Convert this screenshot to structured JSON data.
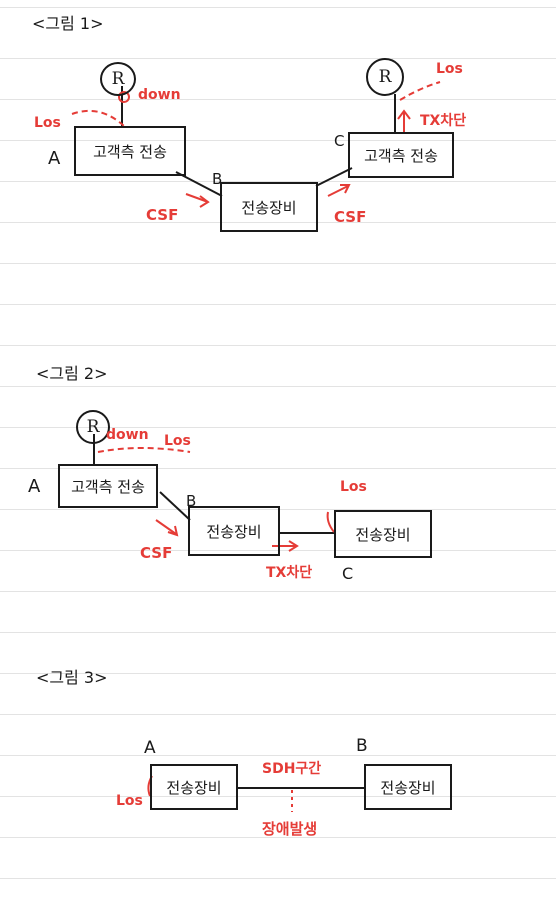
{
  "fig1": {
    "title": "<그림 1>",
    "router_left": "R",
    "router_right": "R",
    "label_down": "down",
    "label_los_left": "Los",
    "label_los_right": "Los",
    "label_tx_block": "TX차단",
    "node_a": "A",
    "node_b": "B",
    "node_c": "C",
    "box_a": "고객측 전송",
    "box_b": "전송장비",
    "box_c": "고객측 전송",
    "label_csf_left": "CSF",
    "label_csf_right": "CSF"
  },
  "fig2": {
    "title": "<그림 2>",
    "router": "R",
    "label_down": "down",
    "label_los_top": "Los",
    "label_los_c": "Los",
    "node_a": "A",
    "node_b": "B",
    "node_c": "C",
    "box_a": "고객측 전송",
    "box_b": "전송장비",
    "box_c": "전송장비",
    "label_csf": "CSF",
    "label_tx_block": "TX차단"
  },
  "fig3": {
    "title": "<그림 3>",
    "node_a": "A",
    "node_b": "B",
    "box_a": "전송장비",
    "box_b": "전송장비",
    "label_los": "Los",
    "label_sdh": "SDH구간",
    "label_fault": "장애발생"
  },
  "colors": {
    "ink": "#1a1a1a",
    "red": "#e53c37",
    "rule_line": "#e3e3e3"
  }
}
